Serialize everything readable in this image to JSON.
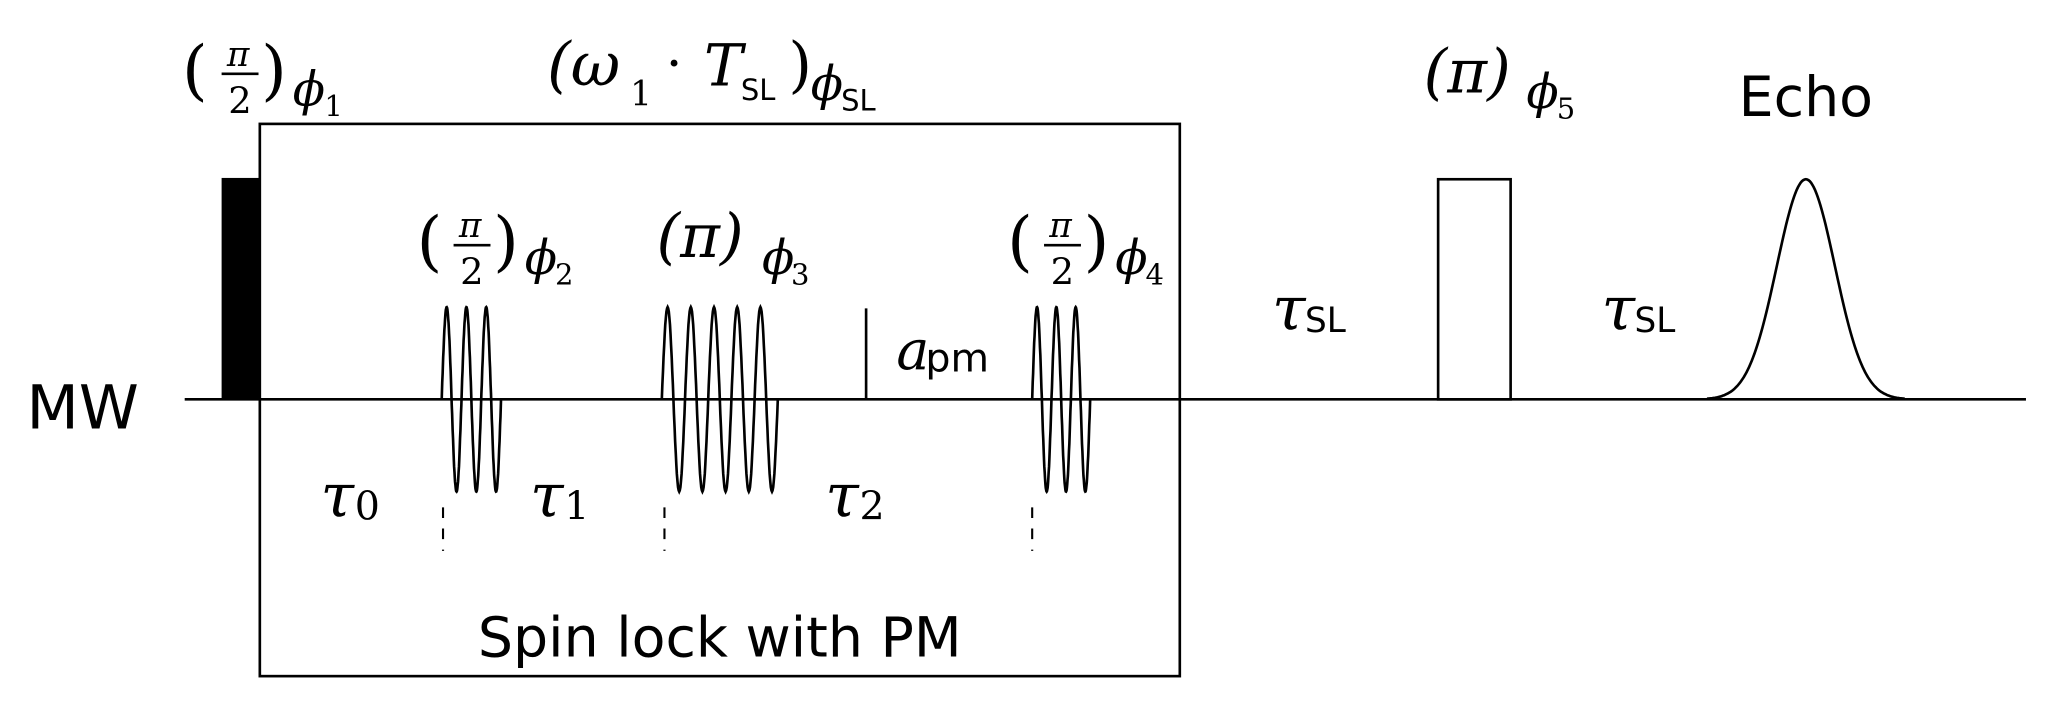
{
  "channel_label": "MW",
  "box_label": "Spin lock with PM",
  "pulse1": {
    "paren_l": "(",
    "num": "π",
    "den": "2",
    "paren_r": ")",
    "phase": "ϕ",
    "phase_sub": "1"
  },
  "spinlock": {
    "text": "(ω",
    "sub1": "1",
    "dot": "·",
    "T": "T",
    "T_sub": "SL",
    "close": ")",
    "phase": "ϕ",
    "phase_sub": "SL"
  },
  "pulse2": {
    "paren_l": "(",
    "num": "π",
    "den": "2",
    "paren_r": ")",
    "phase": "ϕ",
    "phase_sub": "2",
    "cycles": 3
  },
  "pulse3": {
    "body": "(π)",
    "phase": "ϕ",
    "phase_sub": "3",
    "cycles": 5
  },
  "pulse4": {
    "paren_l": "(",
    "num": "π",
    "den": "2",
    "paren_r": ")",
    "phase": "ϕ",
    "phase_sub": "4",
    "cycles": 3
  },
  "pulse5": {
    "body": "(π)",
    "phase": "ϕ",
    "phase_sub": "5"
  },
  "pm_label": {
    "main": "a",
    "sub": "pm"
  },
  "delays": [
    {
      "main": "τ",
      "sub": "0"
    },
    {
      "main": "τ",
      "sub": "1"
    },
    {
      "main": "τ",
      "sub": "2"
    },
    {
      "main": "τ",
      "sub": "SL"
    },
    {
      "main": "τ",
      "sub": "SL"
    }
  ],
  "echo_label": "Echo"
}
